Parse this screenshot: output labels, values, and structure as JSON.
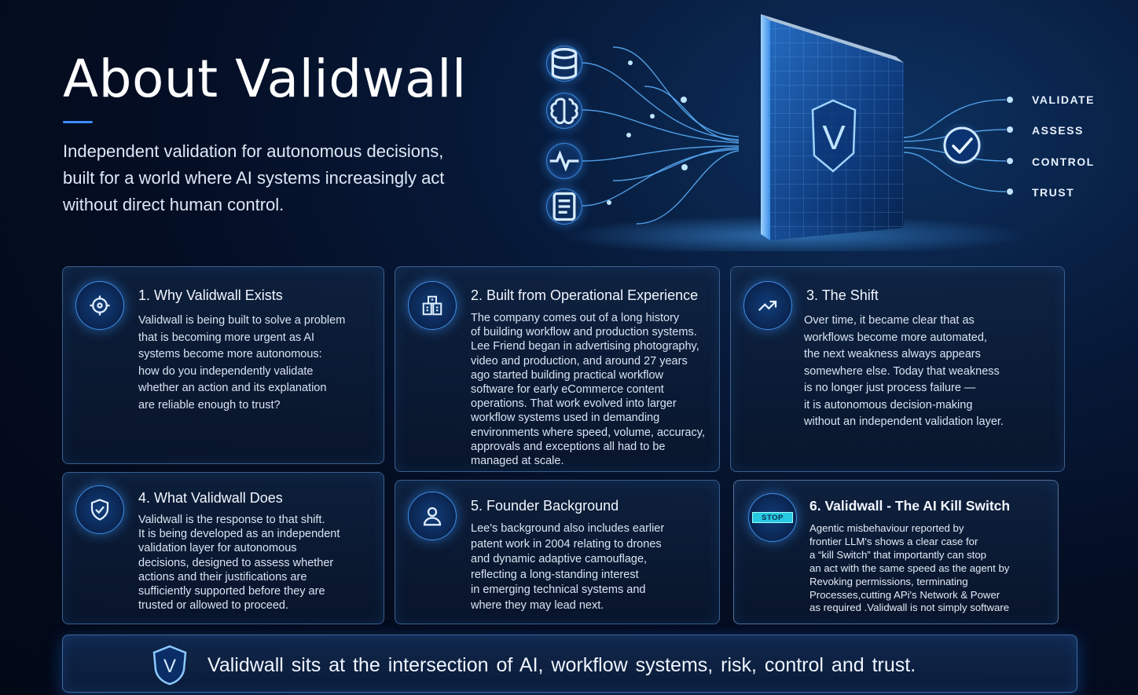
{
  "header": {
    "title": "About Validwall",
    "subtitle_lines": [
      "Independent validation for autonomous decisions,",
      "built for a world where AI systems increasingly act",
      "without direct human control."
    ]
  },
  "hero": {
    "sources": [
      {
        "icon": "database-icon"
      },
      {
        "icon": "brain-icon"
      },
      {
        "icon": "pulse-icon"
      },
      {
        "icon": "document-icon"
      }
    ],
    "outputs": [
      "VALIDATE",
      "ASSESS",
      "CONTROL",
      "TRUST"
    ],
    "wall_letter": "V"
  },
  "cards": [
    {
      "title": "1. Why Validwall Exists",
      "icon": "target-icon",
      "lines": [
        "Validwall is being built to solve a problem",
        "that is becoming more urgent as AI",
        "systems become more autonomous:",
        "how do you independently validate",
        "whether an action and its explanation",
        "are reliable enough to trust?"
      ]
    },
    {
      "title": "2. Built from Operational Experience",
      "icon": "building-icon",
      "lines": [
        "The company comes out of a long history",
        "of building workflow and production systems.",
        "Lee Friend began in advertising photography,",
        "video and production, and around 27 years",
        "ago started building practical workflow",
        "software for early eCommerce content",
        "operations. That work evolved into larger",
        "workflow systems used in demanding",
        "environments where speed, volume, accuracy,",
        "approvals and exceptions all had to be",
        "managed at scale."
      ]
    },
    {
      "title": "3. The Shift",
      "icon": "trend-up-icon",
      "lines": [
        "Over time, it became clear that as",
        "workflows become more automated,",
        "the next weakness always appears",
        "somewhere else. Today that weakness",
        "is no longer just process failure —",
        "it is autonomous decision-making",
        "without an independent validation layer."
      ]
    },
    {
      "title": "4. What Validwall Does",
      "icon": "shield-check-icon",
      "lines": [
        "Validwall is the response to that shift.",
        "It is being developed as an independent",
        "validation layer for autonomous",
        "decisions, designed to assess whether",
        "actions and their justifications are",
        "sufficiently supported before they are",
        "trusted or allowed to proceed."
      ]
    },
    {
      "title": "5. Founder Background",
      "icon": "person-icon",
      "lines": [
        "Lee's background also includes earlier",
        "patent work in 2004 relating to drones",
        "and dynamic adaptive camouflage,",
        "reflecting a long-standing interest",
        "in emerging technical systems and",
        "where they may lead next."
      ]
    },
    {
      "title": "6. Validwall -  The AI Kill Switch",
      "icon": "stop-icon",
      "badge": "STOP",
      "lines": [
        "Agentic misbehaviour reported by",
        "frontier LLM's shows a clear case for",
        "a “kill Switch” that importantly can stop",
        "an act with the same speed as the agent by",
        "Revoking permissions, terminating",
        "Processes,cutting APi's Network & Power",
        "as required .Validwall is not simply software"
      ]
    }
  ],
  "footer": {
    "icon": "shield-v-icon",
    "letter": "V",
    "tagline": "Validwall sits at the intersection of AI, workflow systems, risk, control and trust."
  },
  "colors": {
    "background": "#040d22",
    "accent": "#3c8cff",
    "card_border": "#3a5f8e",
    "stop_badge": "#27c9e0"
  }
}
